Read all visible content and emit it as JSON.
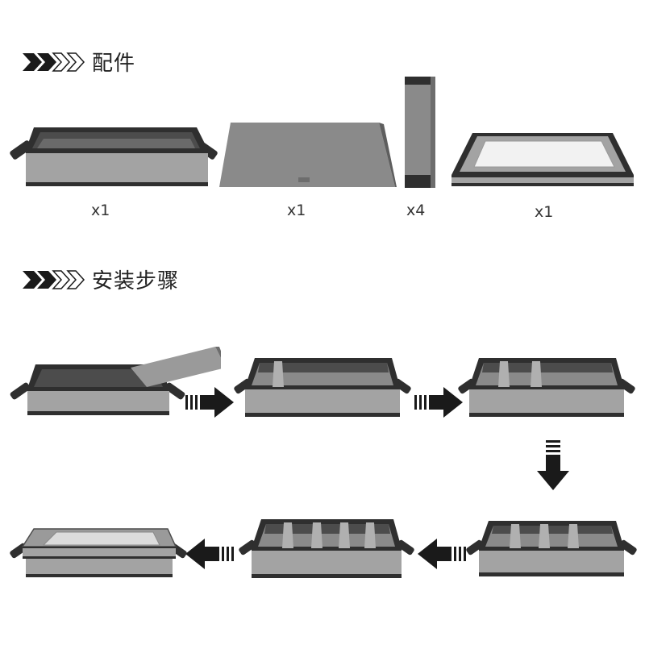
{
  "sections": {
    "accessories": {
      "title": "配件"
    },
    "steps": {
      "title": "安装步骤"
    }
  },
  "accessories": [
    {
      "name": "storage-box-base",
      "qty": "x1"
    },
    {
      "name": "bottom-board",
      "qty": "x1"
    },
    {
      "name": "divider-panel",
      "qty": "x4"
    },
    {
      "name": "window-lid",
      "qty": "x1"
    }
  ],
  "colors": {
    "fabric": "#a3a3a3",
    "trim": "#2f2f2f",
    "board": "#8a8a8a",
    "arrow": "#1a1a1a"
  }
}
